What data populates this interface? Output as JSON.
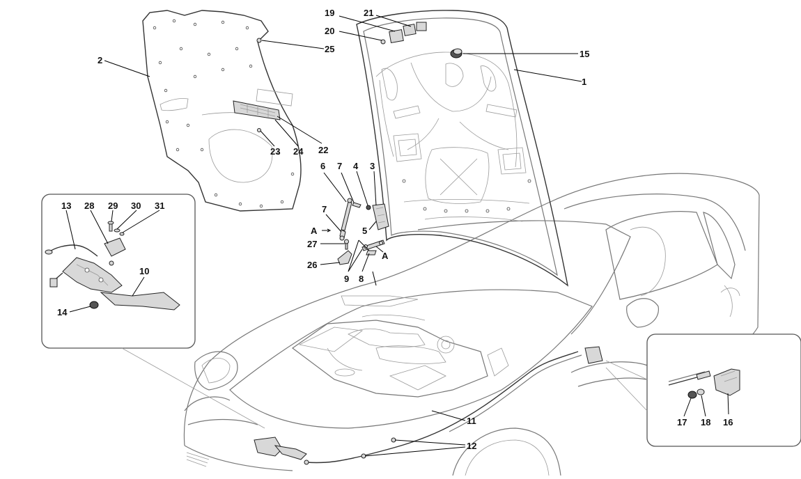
{
  "diagram": {
    "callouts": [
      {
        "id": "c1",
        "label": "1"
      },
      {
        "id": "c2",
        "label": "2"
      },
      {
        "id": "c3",
        "label": "3"
      },
      {
        "id": "c4",
        "label": "4"
      },
      {
        "id": "c5",
        "label": "5"
      },
      {
        "id": "c6",
        "label": "6"
      },
      {
        "id": "c7a",
        "label": "7"
      },
      {
        "id": "c7b",
        "label": "7"
      },
      {
        "id": "c8",
        "label": "8"
      },
      {
        "id": "c9",
        "label": "9"
      },
      {
        "id": "c10",
        "label": "10"
      },
      {
        "id": "c11",
        "label": "11"
      },
      {
        "id": "c12",
        "label": "12"
      },
      {
        "id": "c13",
        "label": "13"
      },
      {
        "id": "c14",
        "label": "14"
      },
      {
        "id": "c15",
        "label": "15"
      },
      {
        "id": "c16",
        "label": "16"
      },
      {
        "id": "c17",
        "label": "17"
      },
      {
        "id": "c18",
        "label": "18"
      },
      {
        "id": "c19",
        "label": "19"
      },
      {
        "id": "c20",
        "label": "20"
      },
      {
        "id": "c21",
        "label": "21"
      },
      {
        "id": "c22",
        "label": "22"
      },
      {
        "id": "c23",
        "label": "23"
      },
      {
        "id": "c24",
        "label": "24"
      },
      {
        "id": "c25",
        "label": "25"
      },
      {
        "id": "c26",
        "label": "26"
      },
      {
        "id": "c27",
        "label": "27"
      },
      {
        "id": "c28",
        "label": "28"
      },
      {
        "id": "c29",
        "label": "29"
      },
      {
        "id": "c30",
        "label": "30"
      },
      {
        "id": "c31",
        "label": "31"
      }
    ],
    "reference_marks": [
      {
        "id": "refA1",
        "label": "A"
      },
      {
        "id": "refA2",
        "label": "A"
      }
    ]
  }
}
